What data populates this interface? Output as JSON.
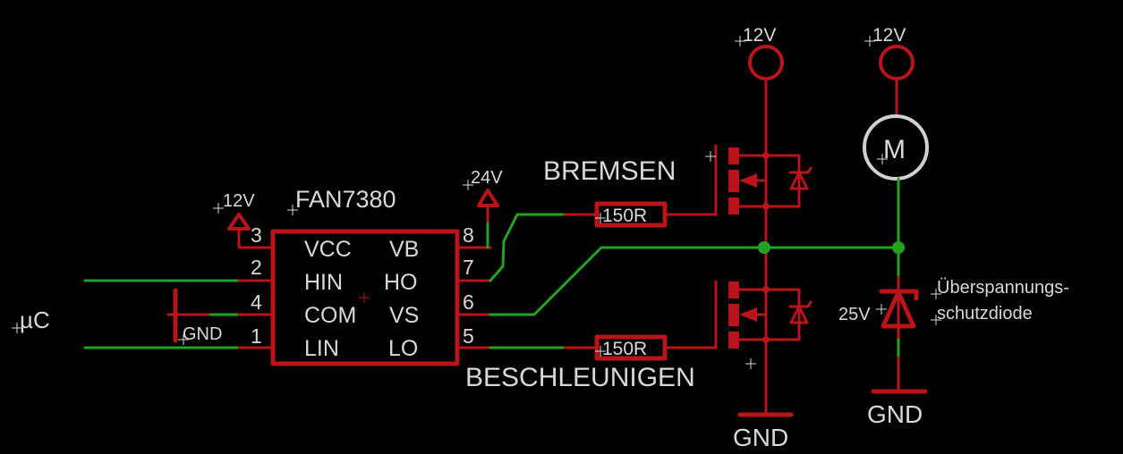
{
  "colors": {
    "background": "#000000",
    "symbol": "#b8141a",
    "net": "#22a422",
    "text": "#d8d8d8",
    "motor": "#d0d0d0"
  },
  "labels": {
    "mcu": "µC",
    "ic_name": "FAN7380",
    "vcc_supply": "12V",
    "vb_supply": "24V",
    "gnd_local": "GND",
    "high_side_label": "BREMSEN",
    "low_side_label": "BESCHLEUNIGEN",
    "resistor_top": "150R",
    "resistor_bottom": "150R",
    "top_supply_1": "12V",
    "top_supply_2": "12V",
    "motor": "M",
    "zener_value": "25V",
    "zener_desc_line1": "Überspannungs-",
    "zener_desc_line2": "schutzdiode",
    "gnd_mosfet": "GND",
    "gnd_zener": "GND"
  },
  "ic": {
    "left_pins": [
      {
        "num": "3",
        "name": "VCC"
      },
      {
        "num": "2",
        "name": "HIN"
      },
      {
        "num": "4",
        "name": "COM"
      },
      {
        "num": "1",
        "name": "LIN"
      }
    ],
    "right_pins": [
      {
        "num": "8",
        "name": "VB"
      },
      {
        "num": "7",
        "name": "HO"
      },
      {
        "num": "6",
        "name": "VS"
      },
      {
        "num": "5",
        "name": "LO"
      }
    ]
  }
}
